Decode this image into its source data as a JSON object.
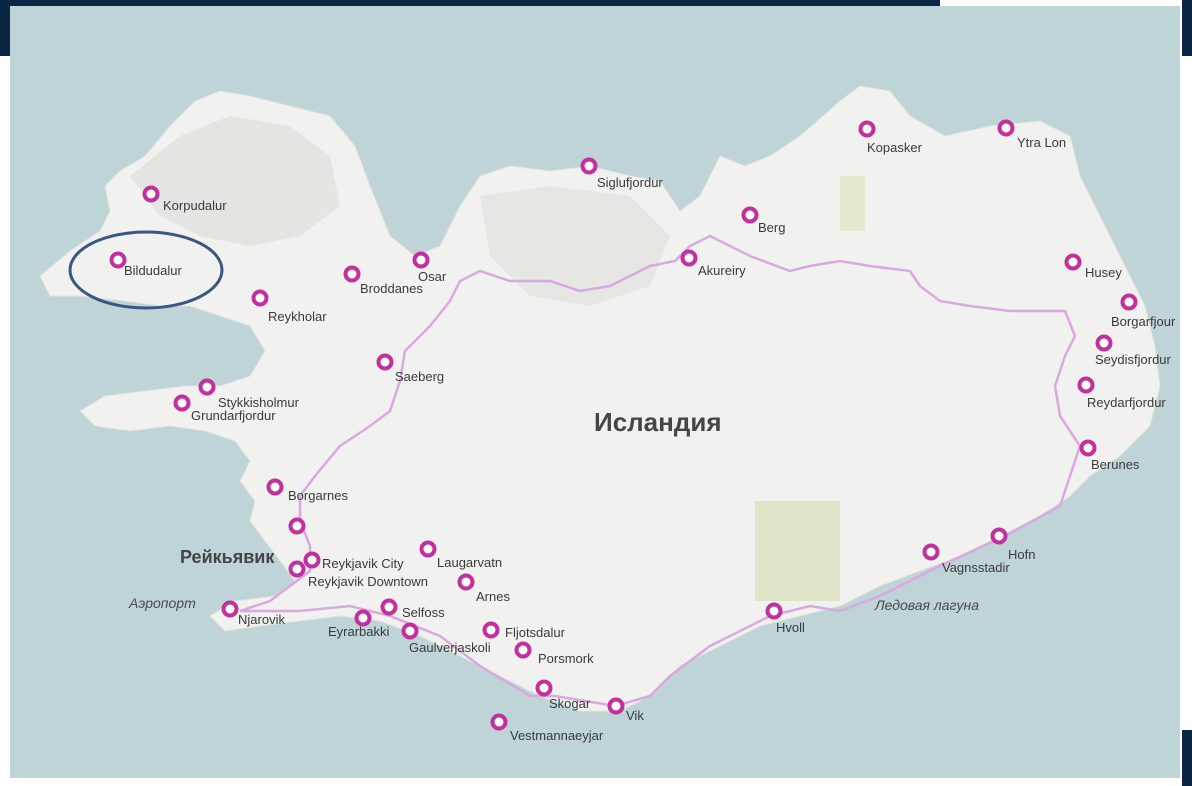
{
  "map": {
    "country_label": "Исландия",
    "capital_label": "Рейкьявик",
    "airport_label": "Аэропорт",
    "lagoon_label": "Ледовая лагуна",
    "marker_color": "#c2309d",
    "route_color": "#d9a8e0",
    "highlight_ring_color": "#3b5683"
  },
  "places": [
    {
      "name": "Korpudalur"
    },
    {
      "name": "Bildudalur"
    },
    {
      "name": "Reykholar"
    },
    {
      "name": "Broddanes"
    },
    {
      "name": "Osar"
    },
    {
      "name": "Saeberg"
    },
    {
      "name": "Stykkisholmur"
    },
    {
      "name": "Grundarfjordur"
    },
    {
      "name": "Borgarnes"
    },
    {
      "name": ""
    },
    {
      "name": "Reykjavik City"
    },
    {
      "name": "Reykjavik Downtown"
    },
    {
      "name": "Laugarvatn"
    },
    {
      "name": "Arnes"
    },
    {
      "name": "Njarovik"
    },
    {
      "name": "Selfoss"
    },
    {
      "name": "Eyrarbakki"
    },
    {
      "name": "Gaulverjaskoli"
    },
    {
      "name": "Fljotsdalur"
    },
    {
      "name": "Porsmork"
    },
    {
      "name": "Skogar"
    },
    {
      "name": "Vik"
    },
    {
      "name": "Vestmannaeyjar"
    },
    {
      "name": "Hvoll"
    },
    {
      "name": "Vagnsstadir"
    },
    {
      "name": "Hofn"
    },
    {
      "name": "Berunes"
    },
    {
      "name": "Reydarfjordur"
    },
    {
      "name": "Seydisfjordur"
    },
    {
      "name": "Borgarfjour"
    },
    {
      "name": "Husey"
    },
    {
      "name": "Kopasker"
    },
    {
      "name": "Ytra Lon"
    },
    {
      "name": "Siglufjordur"
    },
    {
      "name": "Berg"
    },
    {
      "name": "Akureiry"
    }
  ]
}
